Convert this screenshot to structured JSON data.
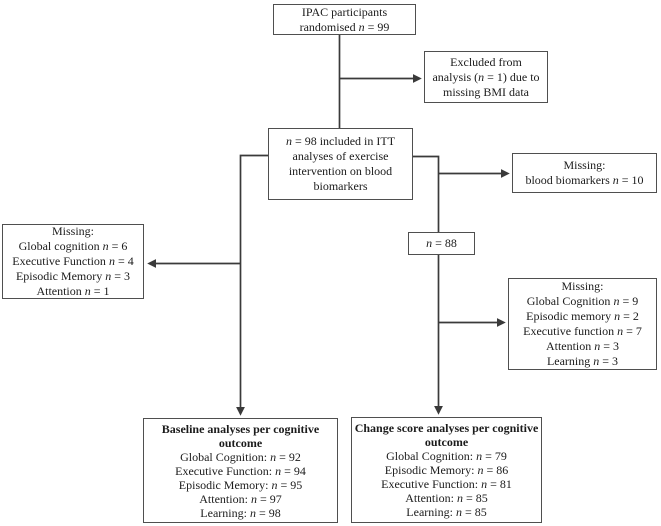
{
  "diagram": {
    "description": "Participant flow diagram",
    "colors": {
      "ink": "#3a3a3a",
      "box_border": "#4f4f4f",
      "background": "#ffffff",
      "text": "#1b1b1b"
    },
    "boxes": {
      "randomised": {
        "lines": [
          "IPAC participants",
          "randomised n = 99"
        ]
      },
      "excluded": {
        "lines": [
          "Excluded from",
          "analysis (n = 1) due to",
          "missing BMI data"
        ]
      },
      "itt": {
        "lines": [
          "n = 98 included in ITT",
          "analyses of exercise",
          "intervention on blood",
          "biomarkers"
        ]
      },
      "missing_blood": {
        "lines": [
          "Missing:",
          "blood biomarkers n = 10"
        ]
      },
      "n88": {
        "lines": [
          "n = 88"
        ]
      },
      "missing_left": {
        "lines": [
          "Missing:",
          "Global cognition n = 6",
          "Executive Function n = 4",
          "Episodic Memory n = 3",
          "Attention n = 1"
        ]
      },
      "missing_right": {
        "lines": [
          "Missing:",
          "Global Cognition n = 9",
          "Episodic memory n = 2",
          "Executive function n = 7",
          "Attention n = 3",
          "Learning n = 3"
        ]
      },
      "baseline": {
        "title": "Baseline analyses per cognitive outcome",
        "lines": [
          "Global Cognition: n = 92",
          "Executive Function: n = 94",
          "Episodic Memory: n = 95",
          "Attention: n = 97",
          "Learning: n = 98"
        ]
      },
      "change": {
        "title": "Change score analyses per cognitive outcome",
        "lines": [
          "Global Cognition: n = 79",
          "Episodic Memory: n = 86",
          "Executive Function: n = 81",
          "Attention: n = 85",
          "Learning: n = 85"
        ]
      }
    }
  }
}
